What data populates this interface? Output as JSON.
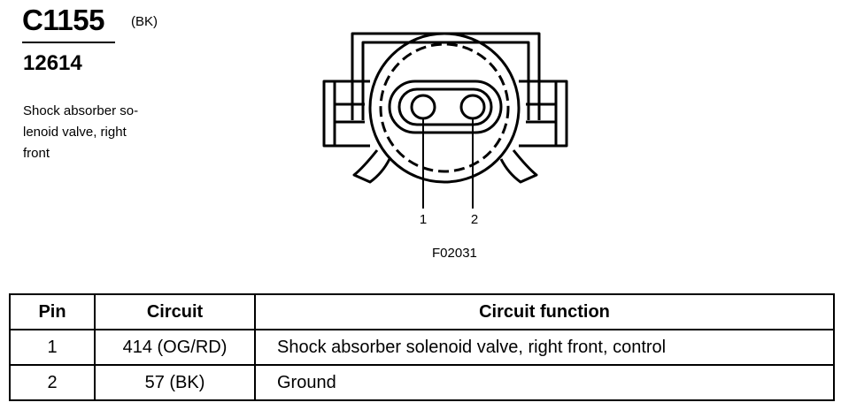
{
  "connector": {
    "id": "C1155",
    "color_code": "(BK)",
    "part_number": "12614",
    "description": "Shock absorber so-\nlenoid valve, right\nfront"
  },
  "diagram": {
    "pin_labels": [
      "1",
      "2"
    ],
    "figure_id": "F02031"
  },
  "table": {
    "headers": {
      "pin": "Pin",
      "circuit": "Circuit",
      "function": "Circuit function"
    },
    "rows": [
      {
        "pin": "1",
        "circuit": "414 (OG/RD)",
        "function": "Shock absorber solenoid valve, right front, control"
      },
      {
        "pin": "2",
        "circuit": "57 (BK)",
        "function": "Ground"
      }
    ]
  }
}
